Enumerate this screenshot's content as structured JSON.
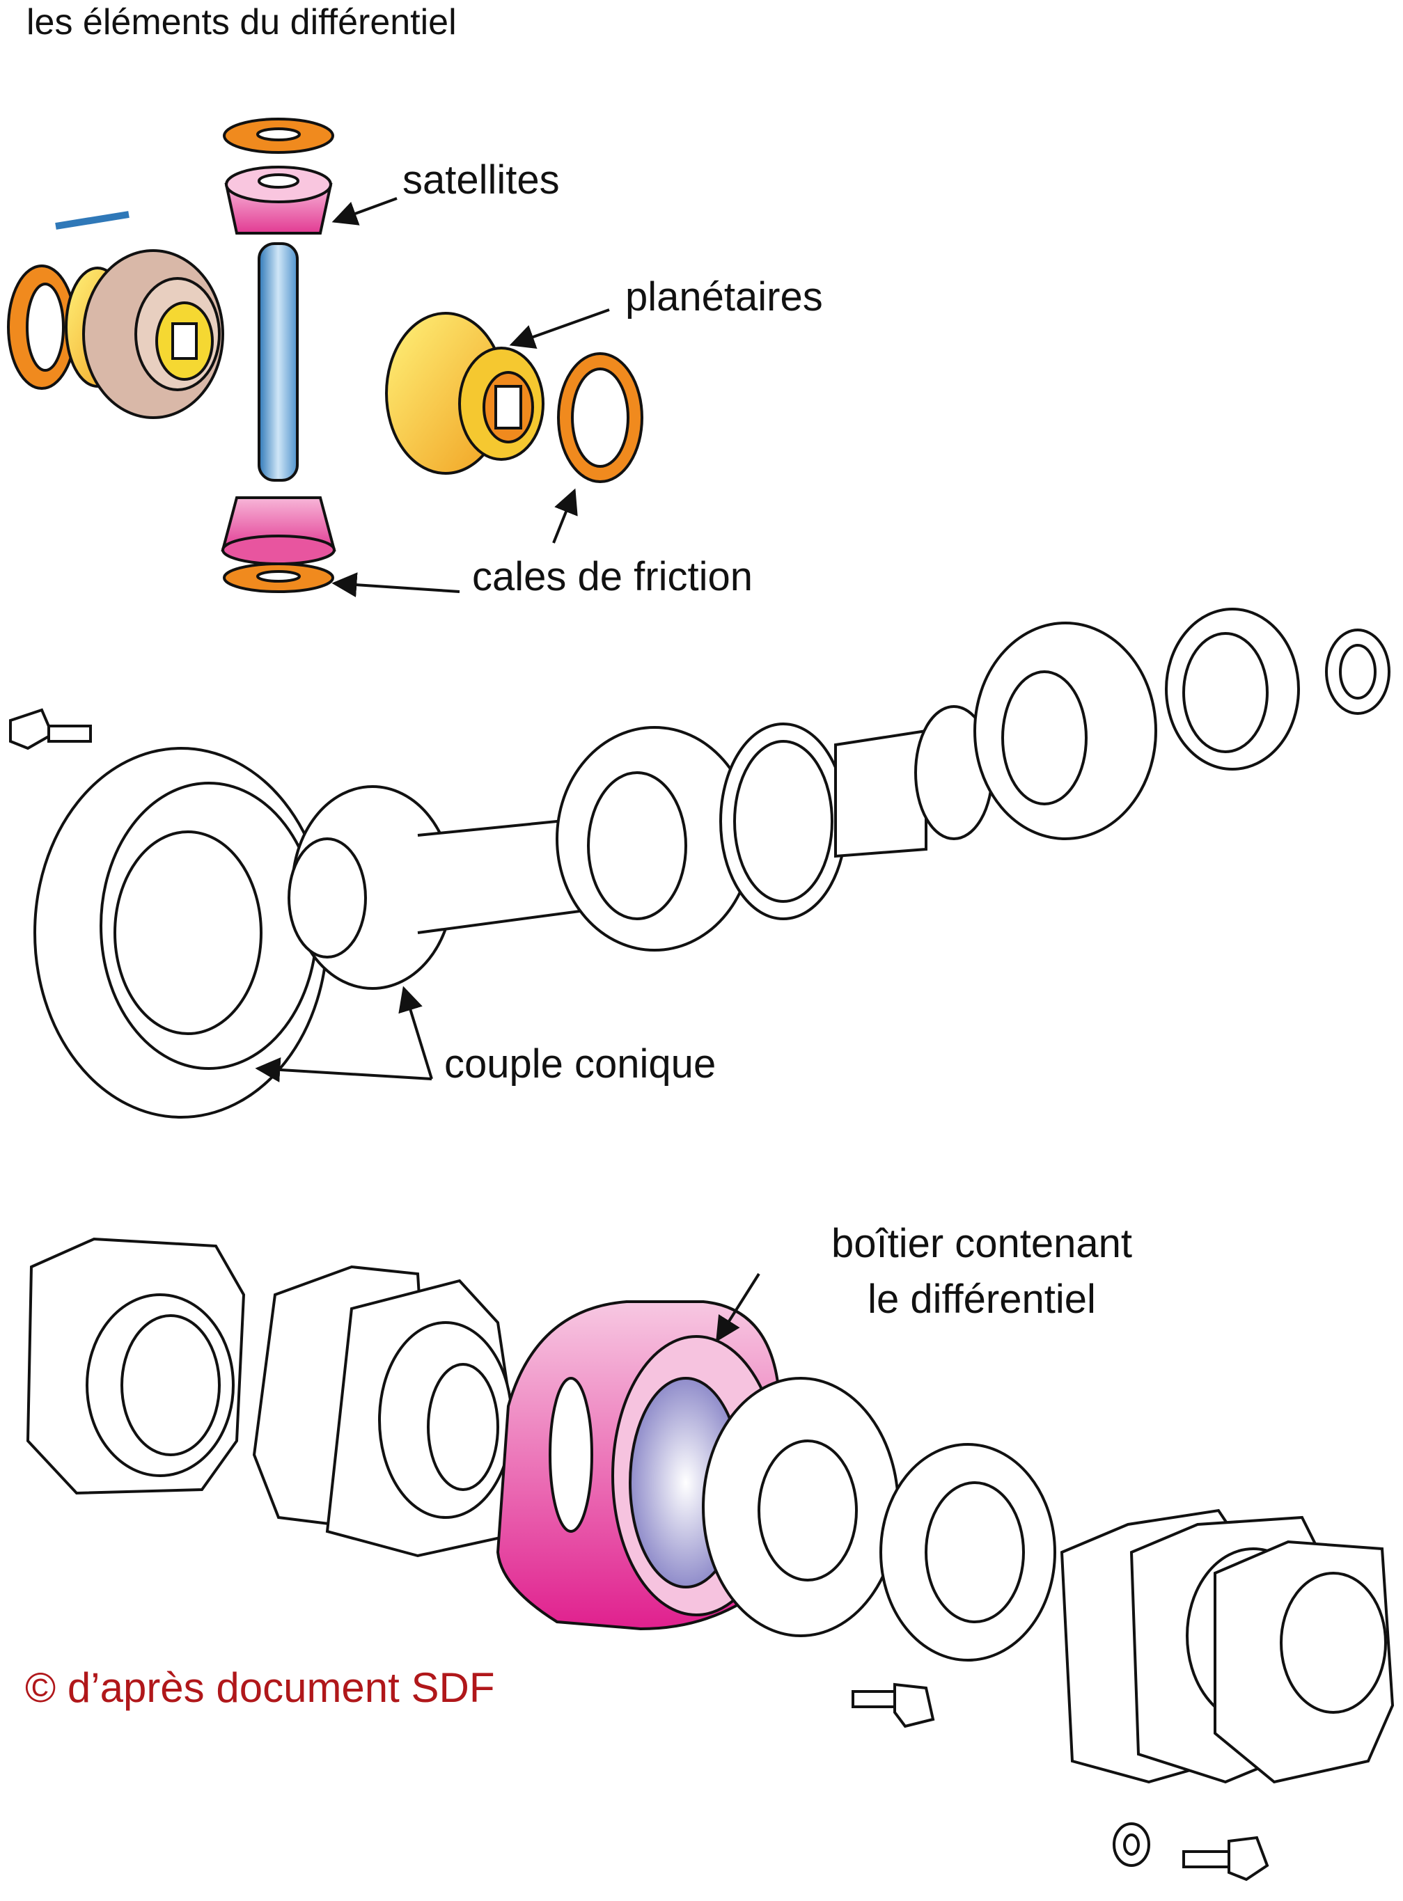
{
  "title": "les éléments du différentiel",
  "labels": {
    "satellites": "satellites",
    "planetaires": "planétaires",
    "cales": "cales de friction",
    "couple": "couple conique",
    "boitier_line1": "boîtier contenant",
    "boitier_line2": "le différentiel"
  },
  "copyright": "© d’après document SDF",
  "colors": {
    "satellite_pink": "#e8559f",
    "planetaire_yellow": "#f5d832",
    "cale_orange": "#f08a1e",
    "axle_blue": "#5aa3d6",
    "housing_magenta": "#e0359a",
    "copyright_red": "#b0171a",
    "line": "#111111"
  }
}
